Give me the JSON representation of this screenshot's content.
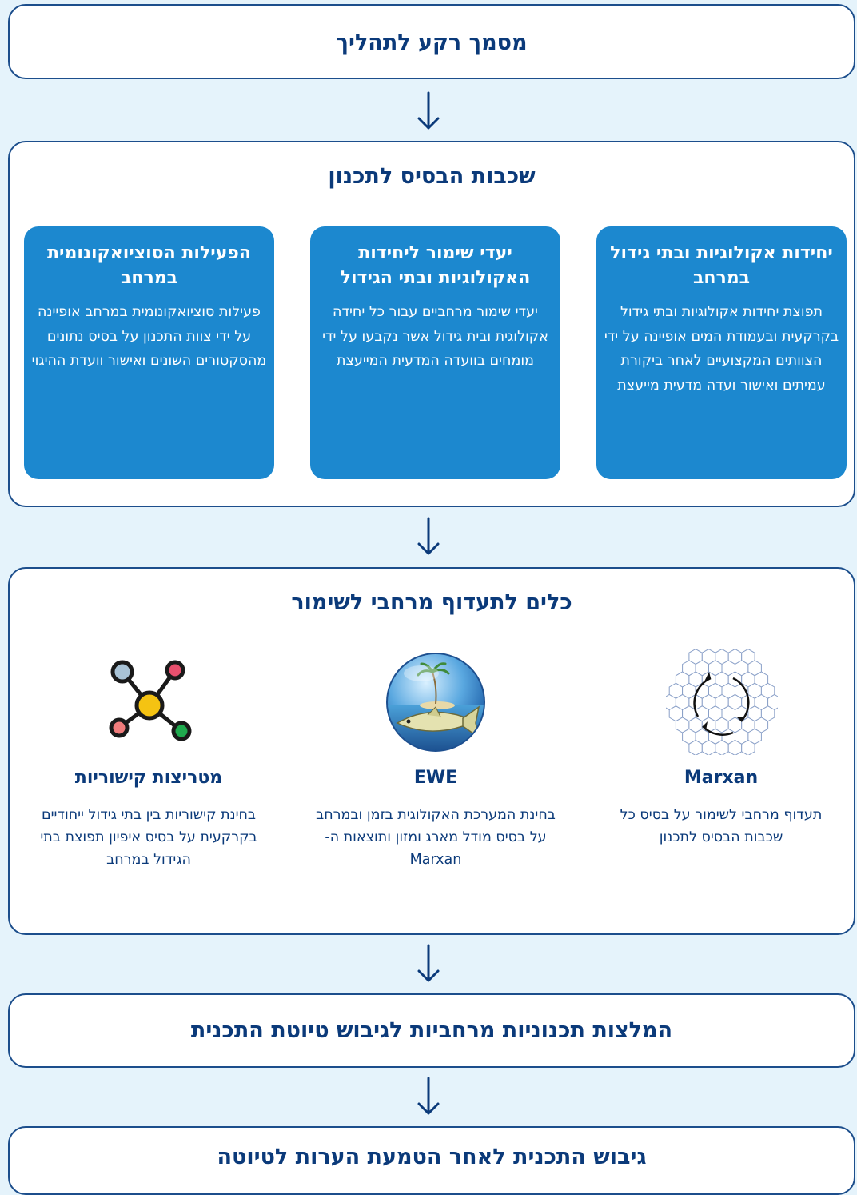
{
  "steps": {
    "background": "מסמך רקע לתהליך",
    "base_layers": "שכבות הבסיס לתכנון",
    "tools": "כלים לתעדוף מרחבי לשימור",
    "recommendations": "המלצות תכנוניות מרחביות לגיבוש טיוטת התכנית",
    "final": "גיבוש התכנית לאחר הטמעת הערות לטיוטה"
  },
  "cards": [
    {
      "title": "יחידות אקולוגיות ובתי גידול במרחב",
      "body": "תפוצת יחידות אקולוגיות ובתי גידול בקרקעית ובעמודת המים אופיינה על ידי הצוותים המקצועיים לאחר ביקורת עמיתים ואישור ועדה מדעית מייעצת"
    },
    {
      "title": "יעדי שימור ליחידות האקולוגיות ובתי הגידול",
      "body": "יעדי שימור מרחביים עבור כל יחידה אקולוגית ובית גידול אשר נקבעו על ידי מומחים בוועדה המדעית המייעצת"
    },
    {
      "title": "הפעילות הסוציואקונומית במרחב",
      "body": "פעילות סוציואקונומית במרחב אופיינה על ידי צוות התכנון על בסיס נתונים מהסקטורים השונים ואישור וועדת ההיגוי"
    }
  ],
  "tools": [
    {
      "name": "Marxan",
      "icon": "hex-grid-icon",
      "desc": "תעדוף מרחבי לשימור על בסיס כל שכבות הבסיס לתכנון"
    },
    {
      "name": "EWE",
      "icon": "fish-globe-icon",
      "desc": "בחינת המערכת האקולוגית בזמן ובמרחב על בסיס מודל מארג ומזון ותוצאות ה- Marxan"
    },
    {
      "name": "מטריצות קישוריות",
      "icon": "network-nodes-icon",
      "desc": "בחינת קישוריות בין בתי גידול ייחודיים בקרקעית על בסיס איפיון תפוצת בתי הגידול במרחב"
    }
  ],
  "colors": {
    "background": "#e5f3fb",
    "border": "#1c4e8c",
    "title_text": "#0b3a7a",
    "card_fill": "#1c88cf"
  }
}
